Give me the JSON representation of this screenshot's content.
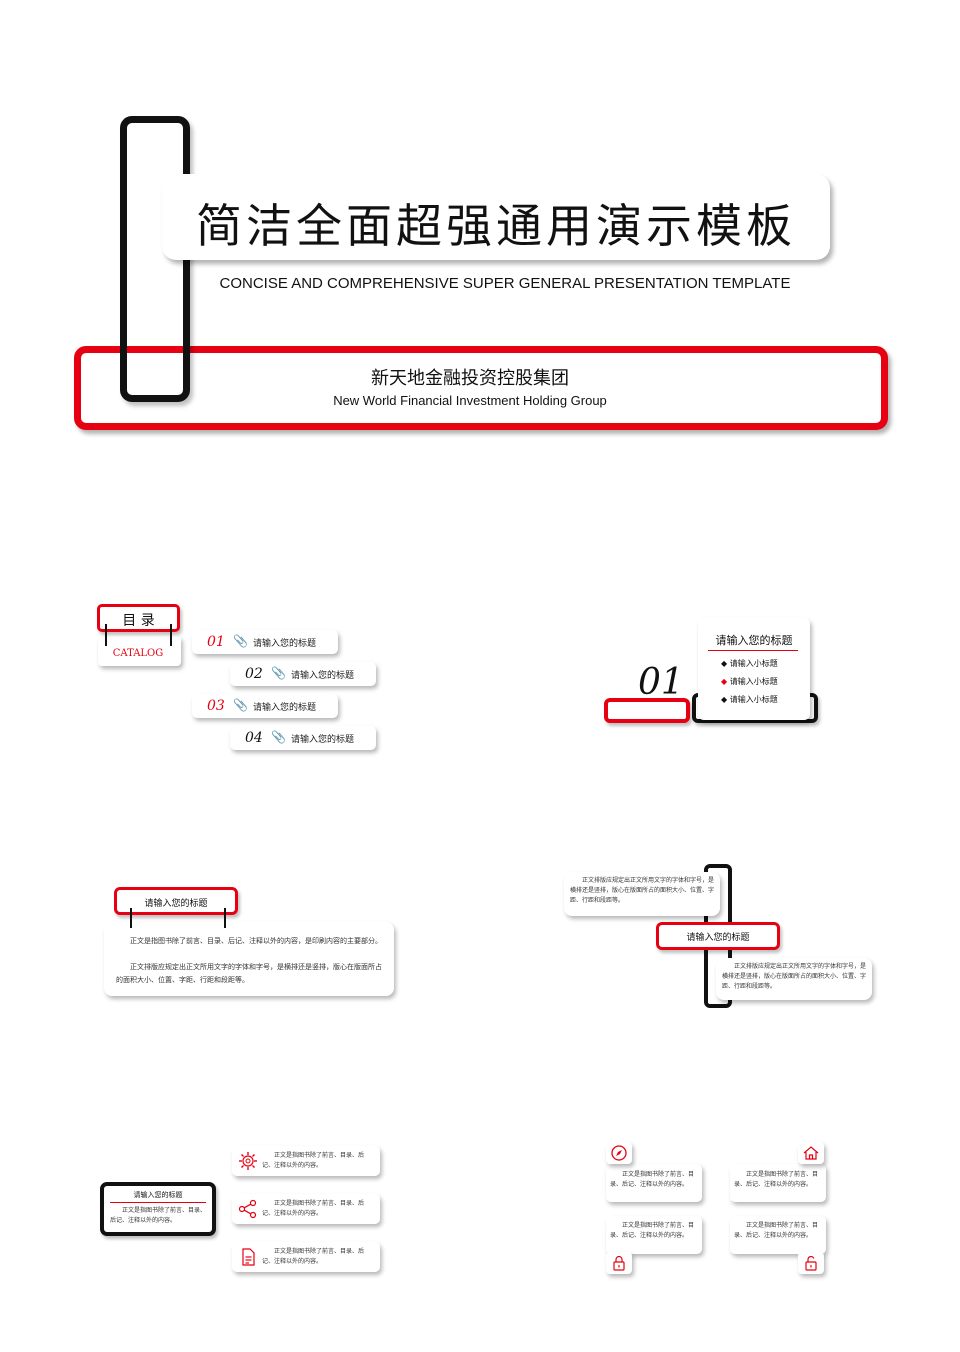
{
  "cover": {
    "title": "简洁全面超强通用演示模板",
    "subtitle": "CONCISE AND COMPREHENSIVE SUPER GENERAL PRESENTATION TEMPLATE",
    "company_cn": "新天地金融投资控股集团",
    "company_en": "New World Financial Investment Holding Group"
  },
  "catalog": {
    "heading": "目 录",
    "heading_en": "CATALOG",
    "items": [
      {
        "num": "01",
        "label": "请输入您的标题"
      },
      {
        "num": "02",
        "label": "请输入您的标题"
      },
      {
        "num": "03",
        "label": "请输入您的标题"
      },
      {
        "num": "04",
        "label": "请输入您的标题"
      }
    ]
  },
  "section": {
    "num": "01",
    "title": "请输入您的标题",
    "subitems": [
      "请输入小标题",
      "请输入小标题",
      "请输入小标题"
    ],
    "colors": {
      "accent": "#e60012",
      "dark": "#111111"
    }
  },
  "slide3": {
    "title": "请输入您的标题",
    "para1": "正文是指图书除了前言、目录、后记、注释以外的内容，是印刷内容的主要部分。",
    "para2": "正文排版应规定出正文所用文字的字体和字号，是横排还是竖排，版心在版面所占的面积大小、位置、字距、行距和段距等。"
  },
  "slide4": {
    "title": "请输入您的标题",
    "top_text": "正文排版应规定出正文所用文字的字体和字号，是横排还是竖排，版心在版面所占的面积大小、位置、字距、行距和段距等。",
    "bottom_text": "正文排版应规定出正文所用文字的字体和字号，是横排还是竖排，版心在版面所占的面积大小、位置、字距、行距和段距等。"
  },
  "slide5": {
    "title": "请输入您的标题",
    "text": "正文是指图书除了前言、目录、后记、注释以外的内容。",
    "items": [
      {
        "icon": "gear-icon",
        "text": "正文是指图书除了前言、目录、后记、注释以外的内容。"
      },
      {
        "icon": "share-icon",
        "text": "正文是指图书除了前言、目录、后记、注释以外的内容。"
      },
      {
        "icon": "document-icon",
        "text": "正文是指图书除了前言、目录、后记、注释以外的内容。"
      }
    ]
  },
  "slide6": {
    "items": [
      {
        "icon": "compass-icon",
        "text": "正文是指图书除了前言、目录、后记、注释以外的内容。"
      },
      {
        "icon": "home-icon",
        "text": "正文是指图书除了前言、目录、后记、注释以外的内容。"
      },
      {
        "icon": "lock-icon",
        "text": "正文是指图书除了前言、目录、后记、注释以外的内容。"
      },
      {
        "icon": "unlock-icon",
        "text": "正文是指图书除了前言、目录、后记、注释以外的内容。"
      }
    ]
  }
}
